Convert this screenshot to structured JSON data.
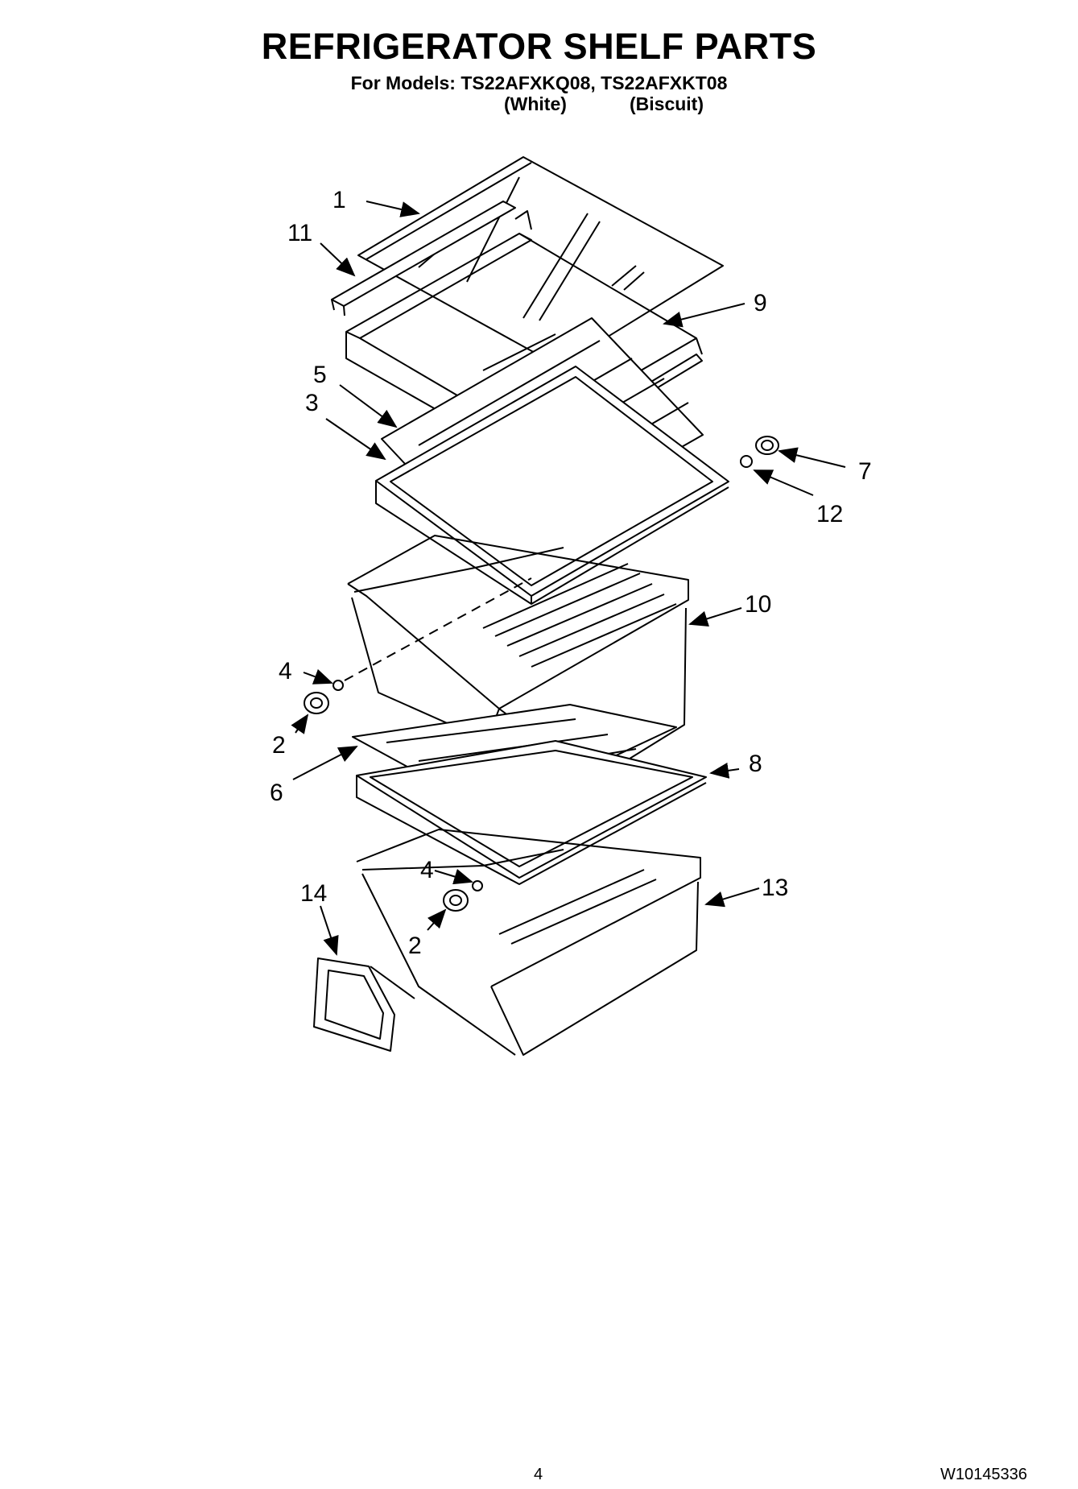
{
  "header": {
    "title": "REFRIGERATOR SHELF PARTS",
    "subtitle": "For Models: TS22AFXKQ08, TS22AFXKT08",
    "variant_1": "(White)",
    "variant_2": "(Biscuit)"
  },
  "callouts": {
    "c1": "1",
    "c11": "11",
    "c9": "9",
    "c5": "5",
    "c3": "3",
    "c7": "7",
    "c12": "12",
    "c10": "10",
    "c4a": "4",
    "c2a": "2",
    "c8": "8",
    "c6": "6",
    "c4b": "4",
    "c14": "14",
    "c13": "13",
    "c2b": "2"
  },
  "footer": {
    "page_number": "4",
    "doc_number": "W10145336"
  }
}
